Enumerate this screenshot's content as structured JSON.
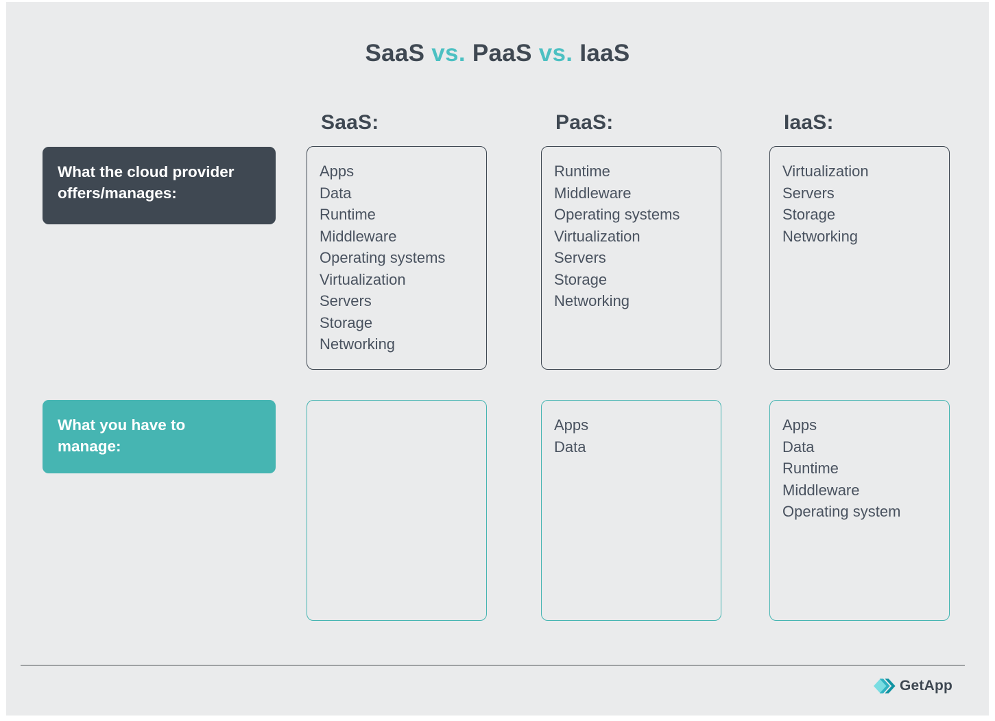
{
  "title": {
    "segments": [
      {
        "text": "SaaS ",
        "style": "dark"
      },
      {
        "text": "vs. ",
        "style": "teal"
      },
      {
        "text": "PaaS ",
        "style": "dark"
      },
      {
        "text": "vs. ",
        "style": "teal"
      },
      {
        "text": "IaaS",
        "style": "dark"
      }
    ]
  },
  "rows": [
    {
      "label": "What the cloud provider offers/manages:"
    },
    {
      "label": "What you have to manage:"
    }
  ],
  "columns": [
    {
      "header": "SaaS:",
      "provider_manages": [
        "Apps",
        "Data",
        "Runtime",
        "Middleware",
        "Operating systems",
        "Virtualization",
        "Servers",
        "Storage",
        "Networking"
      ],
      "you_manage": []
    },
    {
      "header": "PaaS:",
      "provider_manages": [
        "Runtime",
        "Middleware",
        "Operating systems",
        "Virtualization",
        "Servers",
        "Storage",
        "Networking"
      ],
      "you_manage": [
        "Apps",
        "Data"
      ]
    },
    {
      "header": "IaaS:",
      "provider_manages": [
        "Virtualization",
        "Servers",
        "Storage",
        "Networking"
      ],
      "you_manage": [
        "Apps",
        "Data",
        "Runtime",
        "Middleware",
        "Operating system"
      ]
    }
  ],
  "footer": {
    "brand": "GetApp",
    "logo_icon": "getapp-diamond-chevrons-icon"
  },
  "colors": {
    "background": "#eaebec",
    "dark_slate": "#3f4852",
    "text_dark": "#49525f",
    "teal": "#46b5b2",
    "accent_teal": "#4cc0c2",
    "divider": "#9fa2a4",
    "logo_diamond": "#7adde2",
    "logo_chevron_1": "#2fb3c2",
    "logo_chevron_2": "#0f93a2"
  }
}
